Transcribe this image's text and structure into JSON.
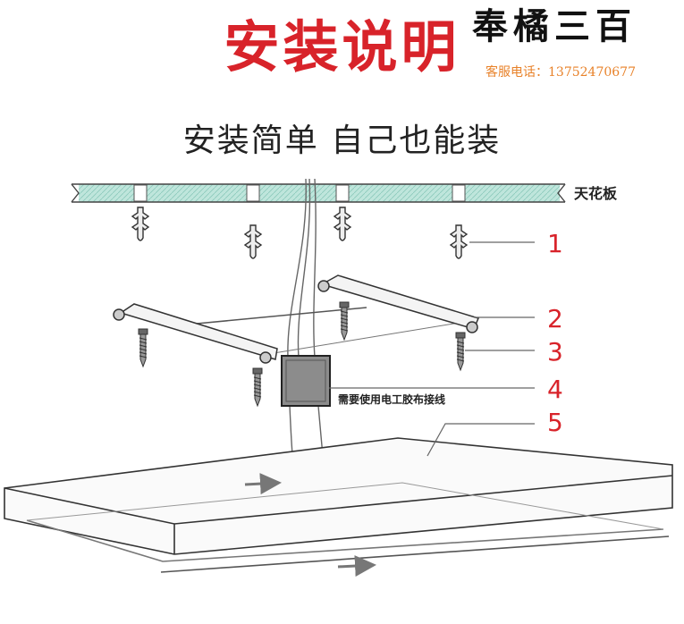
{
  "header": {
    "title": "安装说明",
    "subtitle": "安装简单 自己也能装"
  },
  "brand": {
    "name": "奉橘三百",
    "service": "客服电话：13752470677"
  },
  "labels": {
    "ceiling": "天花板",
    "junction_note": "需要使用电工胶布接线"
  },
  "callouts": [
    {
      "number": "1"
    },
    {
      "number": "2"
    },
    {
      "number": "3"
    },
    {
      "number": "4"
    },
    {
      "number": "5"
    }
  ],
  "colors": {
    "title": "#d8232a",
    "callout": "#d8232a",
    "brand_service": "#e8822a",
    "ceiling_fill": "#bfe6dc"
  }
}
